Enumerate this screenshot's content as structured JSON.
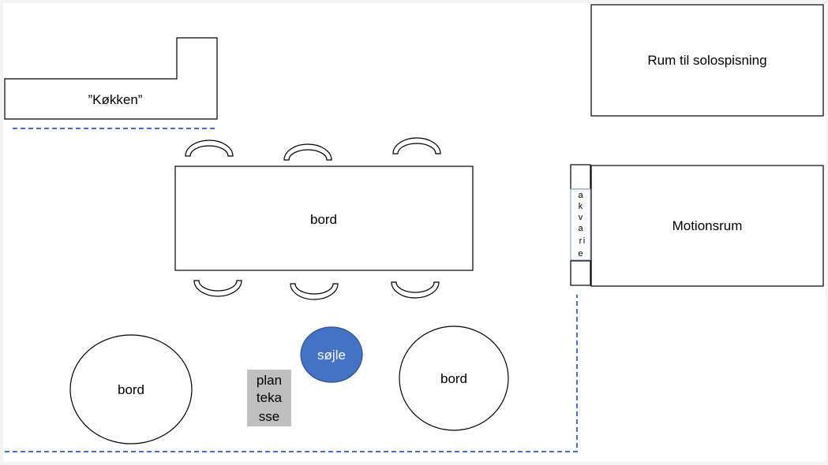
{
  "labels": {
    "kitchen": "”Køkken”",
    "solo_dining": "Rum til solospisning",
    "main_table": "bord",
    "gym": "Motionsrum",
    "aquarium": [
      "a",
      "k",
      "v",
      "a",
      "r",
      "i",
      "e"
    ],
    "pillar": "søjle",
    "planter": [
      "plan",
      "teka",
      "sse"
    ],
    "round_table_left": "bord",
    "round_table_right": "bord"
  },
  "colors": {
    "outline": "#000000",
    "dashed_line": "#4472c4",
    "pillar_fill": "#4472c4",
    "pillar_text": "#ffffff",
    "aquarium_border": "#8ea9db",
    "planter_fill": "#bfbfbf",
    "page_border": "#e3e3e3"
  }
}
